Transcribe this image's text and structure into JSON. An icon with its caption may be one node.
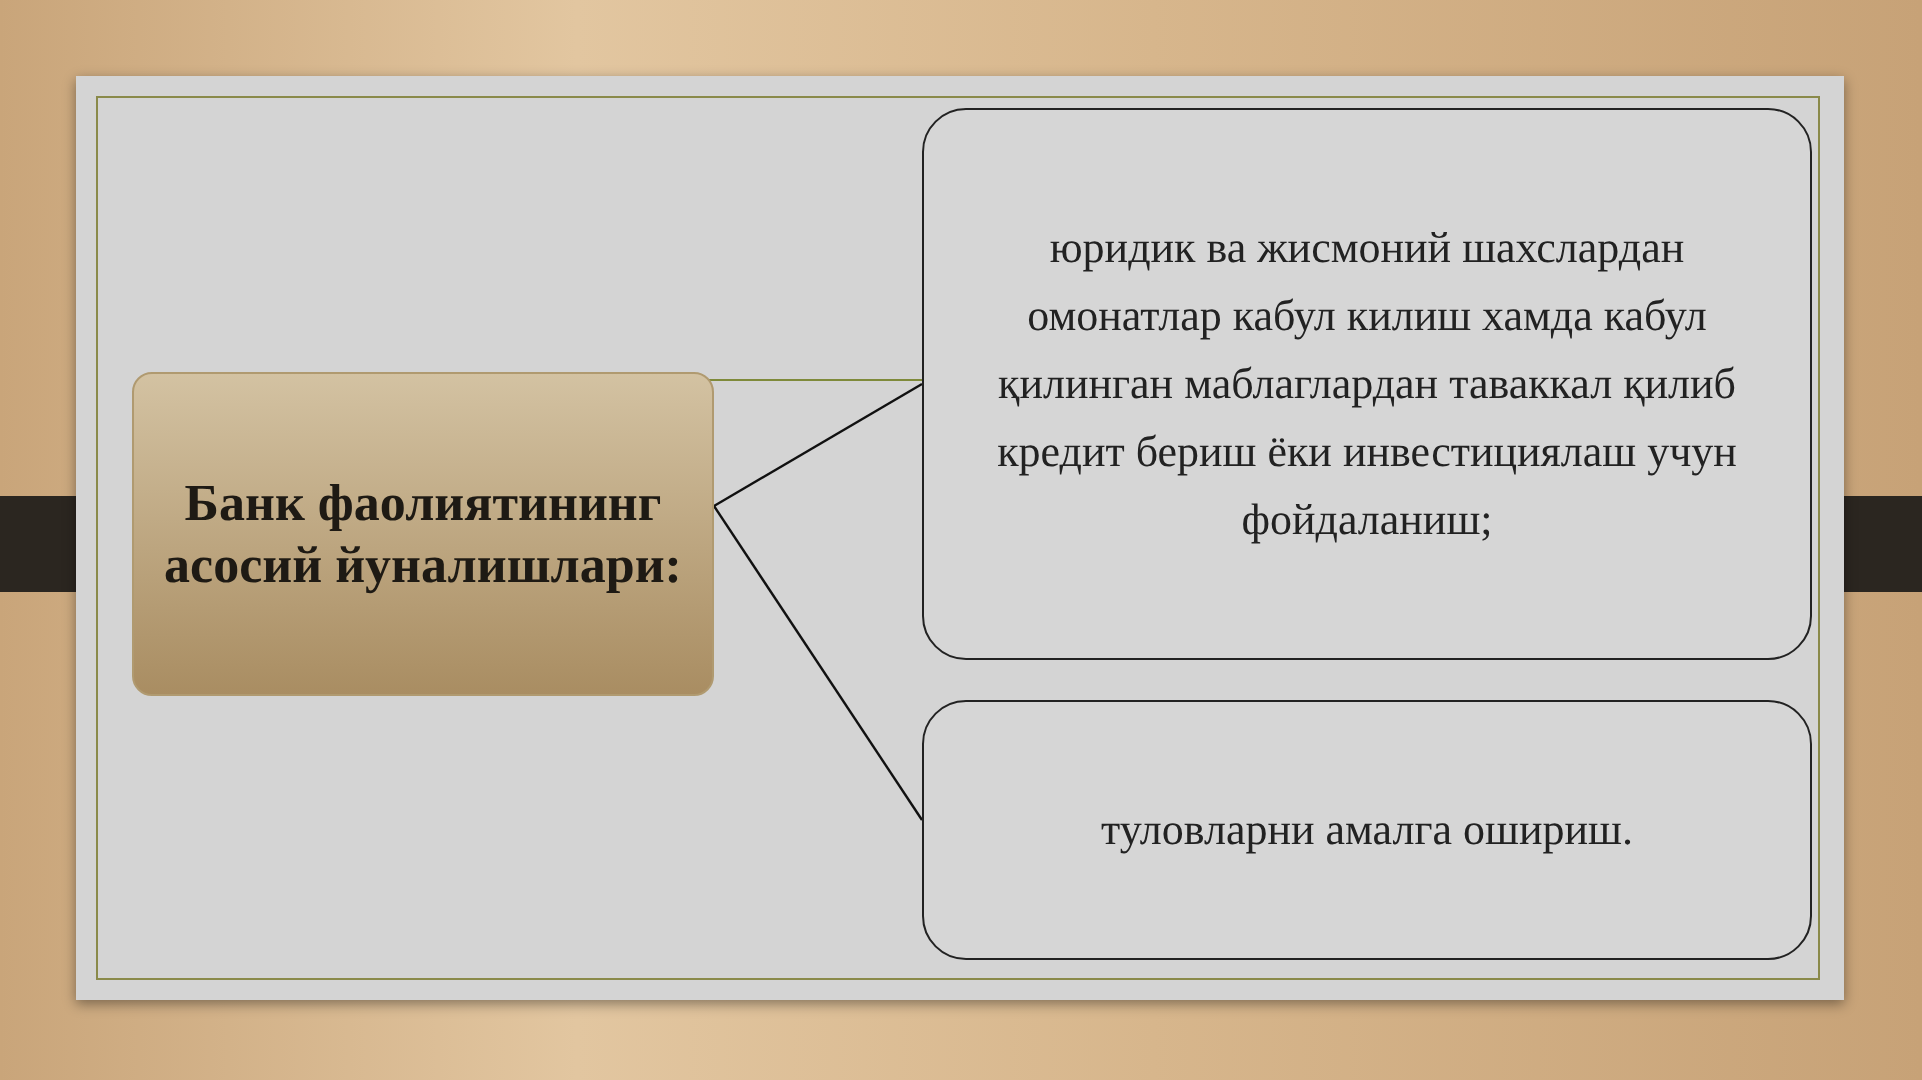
{
  "diagram": {
    "nodes": [
      {
        "text": [
          "Банк фаолиятининг асосий йуналишлари:"
        ]
      },
      {
        "text": [
          "юридик ва жисмоний шахслардан омонатлар кабул килиш хамда кабул қилинган маблаглардан таваккал қилиб кредит бериш ёки инвестициялаш учун фойдаланиш;"
        ]
      },
      {
        "text": [
          "туловларни амалга ошириш."
        ]
      }
    ],
    "edges": [
      {
        "from": 0,
        "to": 1,
        "arrow": "none"
      },
      {
        "from": 0,
        "to": 2,
        "arrow": "none"
      }
    ]
  }
}
